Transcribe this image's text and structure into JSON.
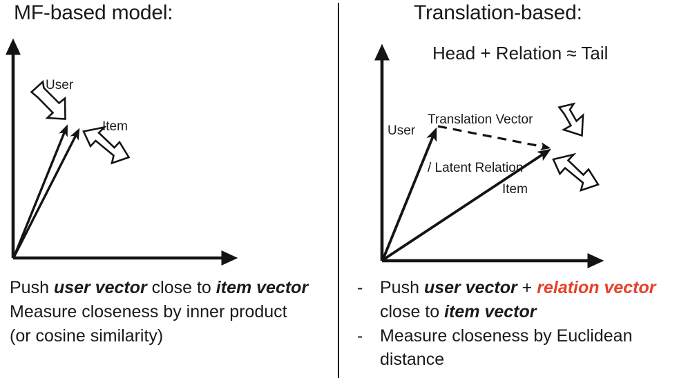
{
  "slide": {
    "background": "#ffffff",
    "ink": "#1a1a1a",
    "accent_color": "#E8402A"
  },
  "left_panel": {
    "title": "MF-based model:",
    "diagram": {
      "labels": {
        "user": "User",
        "item": "Item"
      },
      "axes": {
        "x_axis": "unlabeled",
        "y_axis": "unlabeled"
      },
      "vectors": [
        {
          "name": "user-vector",
          "from": [
            19,
            374
          ],
          "to": [
            97,
            176
          ],
          "style": "solid"
        },
        {
          "name": "item-vector",
          "from": [
            19,
            374
          ],
          "to": [
            115,
            181
          ],
          "style": "solid"
        }
      ],
      "callouts": [
        {
          "name": "user-callout-arrow",
          "direction": "down-right",
          "points_to": "user-vector"
        },
        {
          "name": "item-callout-arrow",
          "direction": "up-left",
          "points_to": "item-vector"
        }
      ]
    },
    "body": {
      "line1_a": "Push ",
      "line1_b": "user vector",
      "line1_c": " close to ",
      "line1_d": "item vector",
      "line2": "Measure closeness by inner product",
      "line3": "(or cosine similarity)"
    }
  },
  "right_panel": {
    "title": "Translation-based:",
    "formula": "Head + Relation ≈ Tail",
    "diagram": {
      "labels": {
        "translation_vector_line1": "Translation Vector",
        "translation_vector_line2": "/ Latent Relation",
        "user": "User",
        "item": "Item"
      },
      "axes": {
        "x_axis": "unlabeled",
        "y_axis": "unlabeled"
      },
      "vectors": [
        {
          "name": "user-vector",
          "from": [
            553,
            378
          ],
          "to": [
            631,
            182
          ],
          "style": "solid"
        },
        {
          "name": "item-vector",
          "from": [
            553,
            378
          ],
          "to": [
            800,
            216
          ],
          "style": "solid"
        },
        {
          "name": "translation-vector",
          "from": [
            631,
            182
          ],
          "to": [
            800,
            216
          ],
          "style": "dashed"
        }
      ],
      "callouts": [
        {
          "name": "relation-callout-arrow",
          "direction": "down",
          "points_to": "translation-vector"
        },
        {
          "name": "item-callout-arrow",
          "direction": "up-left",
          "points_to": "item-vector"
        }
      ]
    },
    "body": {
      "bullet1_mark": "-",
      "bullet1_a": "Push ",
      "bullet1_b": "user vector",
      "bullet1_c": " + ",
      "bullet1_d": "relation vector",
      "bullet1_cont_a": "close to ",
      "bullet1_cont_b": "item vector",
      "bullet2_mark": "-",
      "bullet2_a": "Measure closeness by Euclidean",
      "bullet2_cont": "distance"
    }
  }
}
